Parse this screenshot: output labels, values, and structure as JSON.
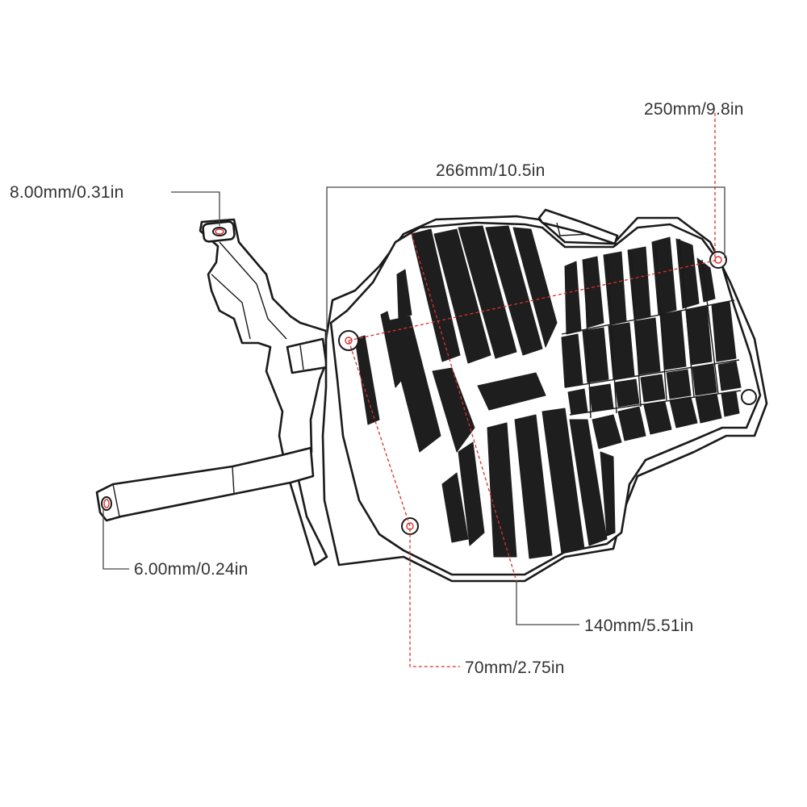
{
  "diagram": {
    "dimensions": {
      "hole_top": "8.00mm/0.31in",
      "hole_bottom": "6.00mm/0.24in",
      "width_overall": "266mm/10.5in",
      "width_holes": "250mm/9.8in",
      "height_grille": "140mm/5.51in",
      "height_mount": "70mm/2.75in"
    },
    "colors": {
      "outline": "#1a1a1a",
      "dimension_red": "#d93030",
      "text": "#333333"
    }
  }
}
